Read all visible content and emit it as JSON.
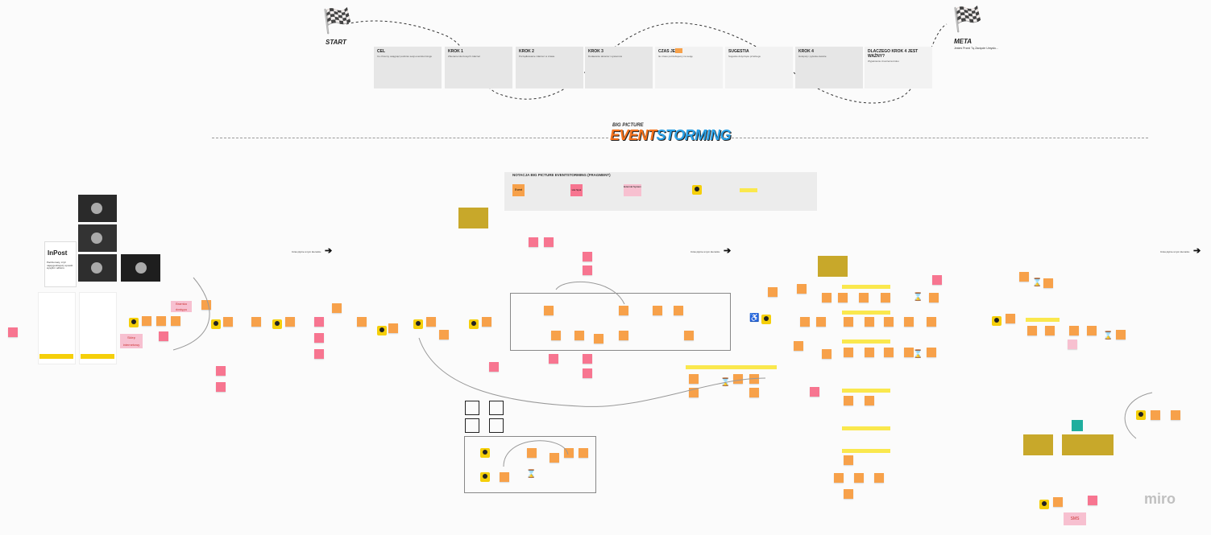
{
  "flags": {
    "start": "START",
    "meta": "META",
    "meta_sub": "Jesteś Przed Tą Zacięcie Umysłu..."
  },
  "cards": [
    {
      "title": "CEL",
      "sub": "Co chcemy osiągnąć podczas sesji eventstormingu"
    },
    {
      "title": "KROK 1",
      "sub": "Zbieranie kluczowych zdarzeń"
    },
    {
      "title": "KROK 2",
      "sub": "Porządkowanie zdarzeń w czasie"
    },
    {
      "title": "KROK 3",
      "sub": "Dodawanie aktorów i systemów"
    },
    {
      "title": "CZAS JEST",
      "sub": "Ile czasu potrzebujemy na sesję"
    },
    {
      "title": "SUGESTIA",
      "sub": "Sugestie dotyczące przebiegu"
    },
    {
      "title": "KROK 4",
      "sub": "Hotspoty i pytania otwarte"
    },
    {
      "title": "DLACZEGO KROK 4 JEST WAŻNY?",
      "sub": "Wyjaśnienie znaczenia kroku"
    }
  ],
  "banner": {
    "top": "BIG PICTURE",
    "word1": "EVENT",
    "word2": "STORMING"
  },
  "legend": {
    "title": "NOTACJA BIG PICTURE EVENTSTORMING (FRAGMENT)",
    "event": "Event",
    "hotspot": "Hot Spot",
    "external": "External System"
  },
  "inpost": {
    "logo": "InPost",
    "caption": "Paczkomaty, czyli najwygodniejszy sposób wysyłki i odbioru"
  },
  "notes": {
    "brama": "Bramka dostępu",
    "sklep": "Sklep internetowy",
    "sms": "SMS"
  },
  "timeline_arrows": [
    "Czas płynie w tym kierunku",
    "Czas płynie w tym kierunku",
    "Czas płynie w tym kierunku"
  ],
  "brand": "miro"
}
